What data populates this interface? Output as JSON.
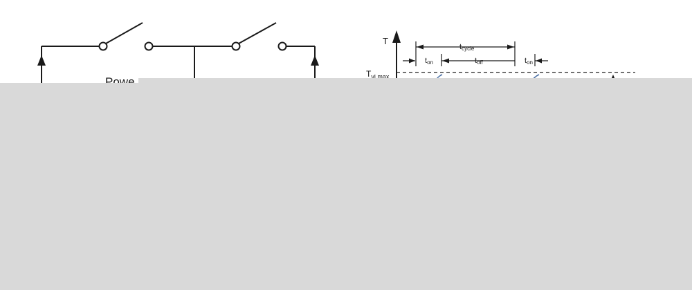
{
  "circuit": {
    "power_label_partial": "Powe"
  },
  "timing": {
    "y_axis_label": "T",
    "t_cycle_main": "t",
    "t_cycle_sub": "cycle",
    "t_on_main": "t",
    "t_on_sub": "on",
    "t_off_main": "t",
    "t_off_sub": "off",
    "t_on2_main": "t",
    "t_on2_sub": "on",
    "tvj_main": "T",
    "tvj_sub": "vj,max"
  },
  "colors": {
    "line": "#1a1a1a",
    "curve": "#4a6fa5",
    "overlay": "#d9d9d9"
  }
}
